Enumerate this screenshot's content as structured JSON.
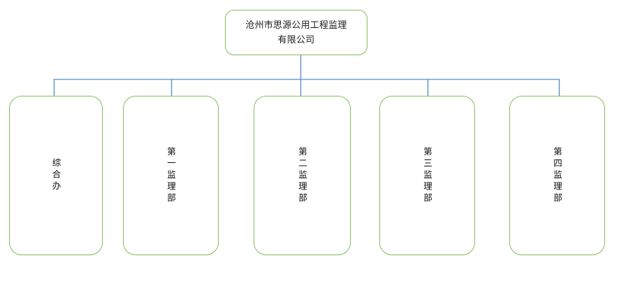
{
  "diagram": {
    "type": "organization-chart",
    "orientation": "top-down",
    "colors": {
      "box_border": "#84bc5a",
      "box_fill": "#ffffff",
      "connector": "#5b8fc9",
      "text": "#0d0d0d",
      "background": "#ffffff"
    },
    "root": {
      "id": "root",
      "label": "沧州市思源公用工程监理\n有限公司",
      "label_plain": "沧州市思源公用工程监理有限公司",
      "text_direction": "horizontal"
    },
    "children": [
      {
        "id": "dept-general-office",
        "label": "综合办",
        "text_direction": "vertical"
      },
      {
        "id": "dept-supervision-1",
        "label": "第一监理部",
        "text_direction": "vertical"
      },
      {
        "id": "dept-supervision-2",
        "label": "第二监理部",
        "text_direction": "vertical"
      },
      {
        "id": "dept-supervision-3",
        "label": "第三监理部",
        "text_direction": "vertical"
      },
      {
        "id": "dept-supervision-4",
        "label": "第四监理部",
        "text_direction": "vertical"
      }
    ]
  }
}
